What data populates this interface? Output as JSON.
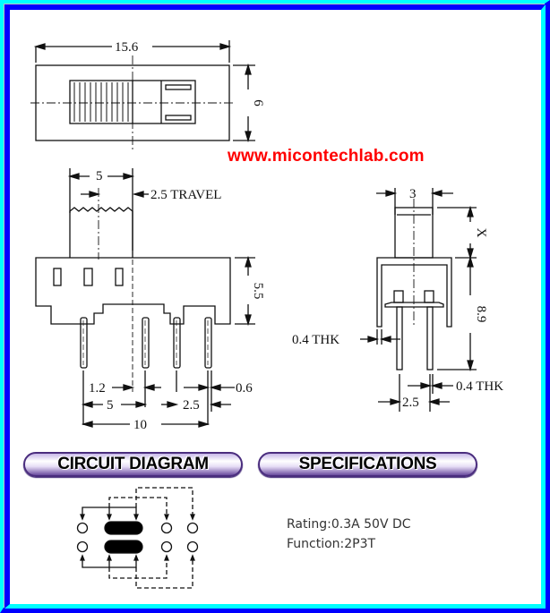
{
  "website": "www.micontechlab.com",
  "top_view": {
    "width_label": "15.6",
    "height_label": "6"
  },
  "front_view": {
    "actuator_width_label": "5",
    "travel_label": "2.5 TRAVEL",
    "body_height_label": "5.5",
    "pin_offset_label": "1.2",
    "pin_width_label": "0.6",
    "pin_pitch_label": "5",
    "pin_spacing_label": "2.5",
    "total_span_label": "10"
  },
  "side_view": {
    "actuator_width_label": "3",
    "actuator_height_label": "X",
    "body_height_label": "8.9",
    "frame_thickness_label": "0.4 THK",
    "pin_thickness_label": "0.4 THK",
    "pin_spacing_label": "2.5"
  },
  "sections": {
    "circuit_diagram_title": "CIRCUIT DIAGRAM",
    "specifications_title": "SPECIFICATIONS"
  },
  "specifications": {
    "rating": "Rating:0.3A 50V DC",
    "function": "Function:2P3T"
  },
  "colors": {
    "url": "#ff0000",
    "frame_blue": "#0000ff",
    "frame_cyan": "#00ffff",
    "frame_gray": "#c0c0c0",
    "badge_purple": "#4a2d7e"
  }
}
